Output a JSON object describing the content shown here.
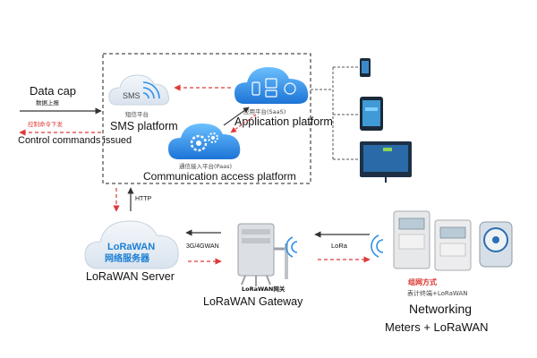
{
  "colors": {
    "arrow_red": "#e03a3a",
    "arrow_dark": "#333333",
    "cloud_blue": "#2f8fe6",
    "cloud_light": "#dfe8f2",
    "lorawan_blue": "#1a7fd4",
    "networking_red": "#d9302c"
  },
  "left": {
    "data_cap": "Data cap",
    "data_cap_cn": "数据上报",
    "control_cn": "控制命令下发",
    "control": "Control commands issued"
  },
  "sms": {
    "cloud_label": "SMS",
    "cn": "短信平台",
    "name": "SMS platform"
  },
  "app": {
    "cn": "应用平台(SaaS)",
    "name": "Application platform"
  },
  "comm": {
    "cn": "通信接入平台(Paas)",
    "name": "Communication access platform"
  },
  "server": {
    "cloud_title": "LoRaWAN",
    "cloud_cn": "网络服务器",
    "name": "LoRaWAN Server"
  },
  "links": {
    "http": "HTTP",
    "wan": "3G/4GWAN",
    "lora": "LoRa"
  },
  "gateway": {
    "cn": "LoRaWAN网关",
    "name": "LoRaWAN Gateway"
  },
  "meters": {
    "cn_title": "组网方式",
    "cn_sub": "表计终端+LoRaWAN",
    "name_line1": "Networking",
    "name_line2": "Meters + LoRaWAN"
  },
  "icons": [
    "phone-icon",
    "tablet-icon",
    "monitor-icon",
    "wifi-icon",
    "gear-icon",
    "meter-icon",
    "gateway-icon",
    "signal-icon"
  ]
}
